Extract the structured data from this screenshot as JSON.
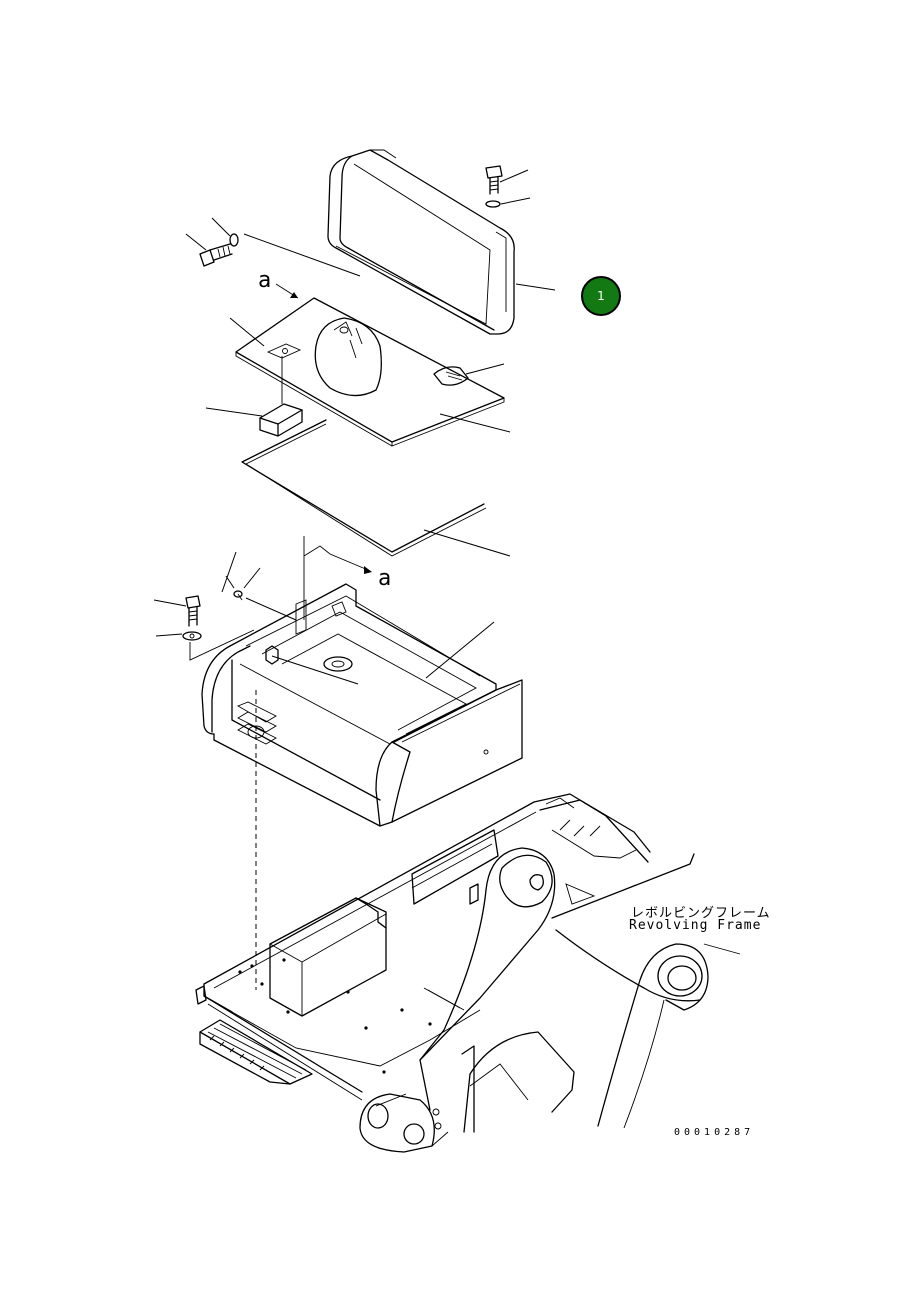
{
  "callout": {
    "number": "1",
    "color": "#137a13"
  },
  "labels": {
    "view_marker_top": "a",
    "view_marker_bottom": "a",
    "frame_name_jp": "レボルビングフレーム",
    "frame_name_en": "Revolving Frame",
    "drawing_number": "00010287"
  }
}
